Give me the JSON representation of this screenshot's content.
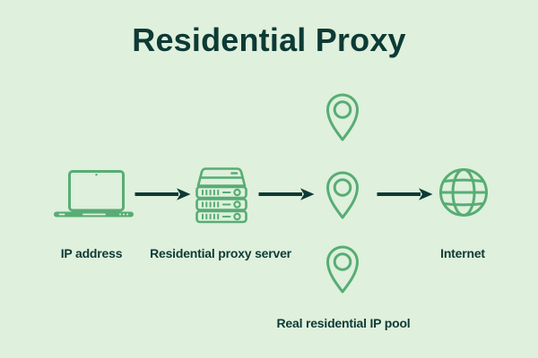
{
  "title": "Residential Proxy",
  "colors": {
    "background": "#dff0dc",
    "icon_green": "#57ad74",
    "dark_teal": "#0d3a35"
  },
  "nodes": {
    "source": {
      "label": "IP address",
      "icon": "laptop-icon"
    },
    "server": {
      "label": "Residential proxy server",
      "icon": "server-icon"
    },
    "pool": {
      "label": "Real residential IP pool",
      "icon": "location-pin-icon",
      "pin_count": 3
    },
    "internet": {
      "label": "Internet",
      "icon": "globe-icon"
    }
  },
  "flow": [
    {
      "from": "source",
      "to": "server"
    },
    {
      "from": "server",
      "to": "pool"
    },
    {
      "from": "pool",
      "to": "internet"
    }
  ]
}
